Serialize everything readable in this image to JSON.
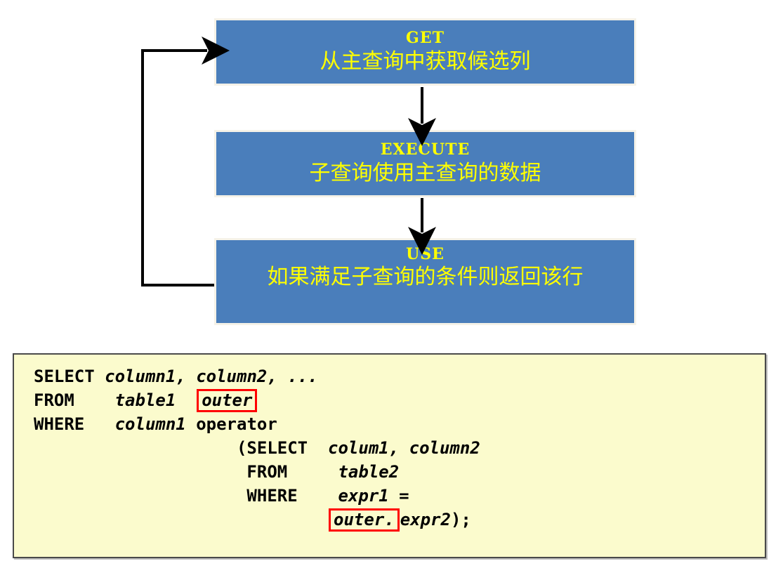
{
  "diagram": {
    "type": "subquery-execution-flow",
    "boxes": [
      {
        "id": "get",
        "heading": "GET",
        "description": "从主查询中获取候选列"
      },
      {
        "id": "execute",
        "heading": "EXECUTE",
        "description": "子查询使用主查询的数据"
      },
      {
        "id": "use",
        "heading": "USE",
        "description": "如果满足子查询的条件则返回该行"
      }
    ],
    "connectors": [
      {
        "id": "get-to-execute",
        "from": "get",
        "to": "execute",
        "style": "arrow-down"
      },
      {
        "id": "execute-to-use",
        "from": "execute",
        "to": "use",
        "style": "arrow-down"
      },
      {
        "id": "use-to-get",
        "from": "use",
        "to": "get",
        "style": "loop-back-arrow"
      }
    ],
    "colors": {
      "box_fill": "#4a7ebb",
      "box_border": "#f5f2e8",
      "heading_text": "#ffff00",
      "description_text": "#ffff00",
      "connector": "#000000"
    }
  },
  "sql": {
    "colors": {
      "panel_fill": "#fbfbcd",
      "panel_border": "#4a4a4a",
      "highlight_box": "#ff0000"
    },
    "lines": [
      {
        "id": "line-select-outer",
        "segments": [
          {
            "text": "SELECT ",
            "style": "keyword"
          },
          {
            "text": "column1, column2, ...",
            "style": "identifier"
          }
        ]
      },
      {
        "id": "line-from-outer",
        "segments": [
          {
            "text": "FROM    ",
            "style": "keyword"
          },
          {
            "text": "table1  ",
            "style": "identifier"
          },
          {
            "text": "outer",
            "style": "identifier-highlighted"
          }
        ]
      },
      {
        "id": "line-where-outer",
        "segments": [
          {
            "text": "WHERE   ",
            "style": "keyword"
          },
          {
            "text": "column1",
            "style": "identifier"
          },
          {
            "text": " operator",
            "style": "keyword"
          }
        ]
      },
      {
        "id": "line-select-inner",
        "segments": [
          {
            "text": "                    (SELECT  ",
            "style": "keyword"
          },
          {
            "text": "colum1, column2",
            "style": "identifier"
          }
        ]
      },
      {
        "id": "line-from-inner",
        "segments": [
          {
            "text": "                     FROM     ",
            "style": "keyword"
          },
          {
            "text": "table2",
            "style": "identifier"
          }
        ]
      },
      {
        "id": "line-where-inner",
        "segments": [
          {
            "text": "                     WHERE    ",
            "style": "keyword"
          },
          {
            "text": "expr1 =",
            "style": "identifier"
          }
        ]
      },
      {
        "id": "line-outer-ref",
        "segments": [
          {
            "text": "                             ",
            "style": "keyword"
          },
          {
            "text": "outer.",
            "style": "identifier-highlighted"
          },
          {
            "text": "expr2",
            "style": "identifier"
          },
          {
            "text": ");",
            "style": "keyword"
          }
        ]
      }
    ]
  }
}
